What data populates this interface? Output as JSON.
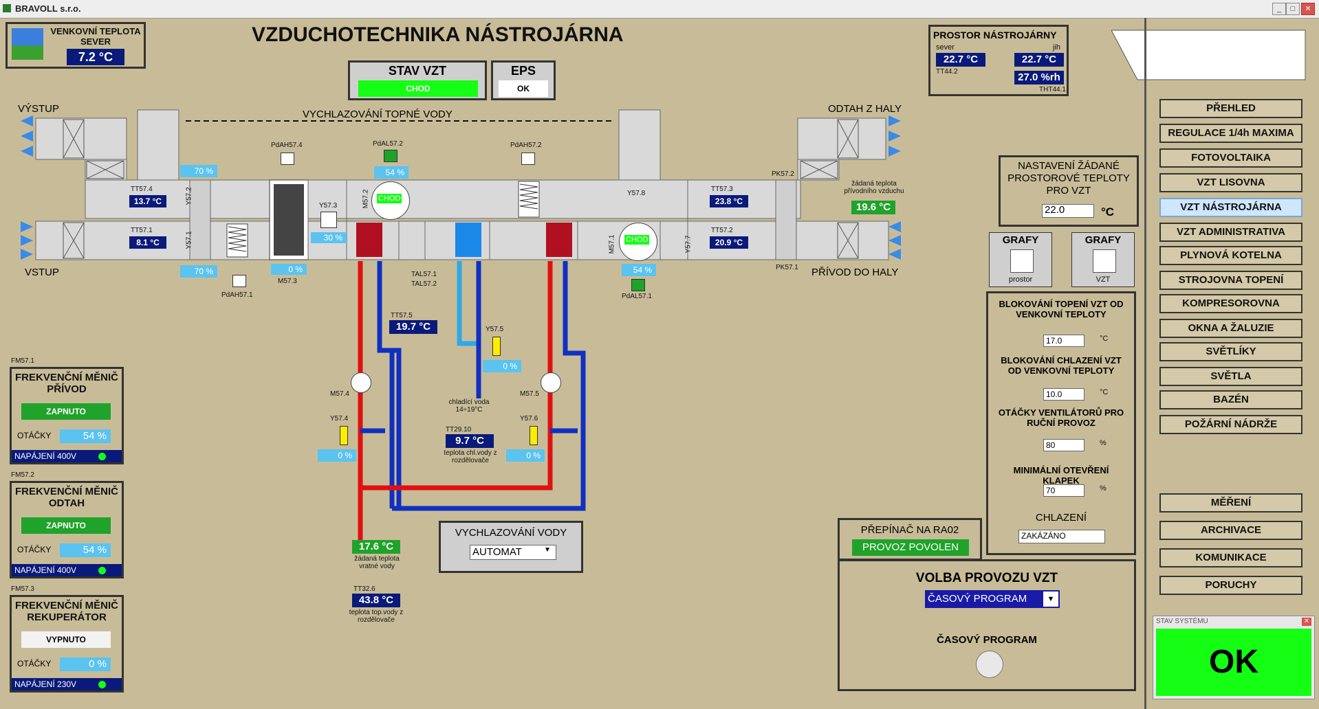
{
  "window": {
    "title": "BRAVOLL s.r.o."
  },
  "outdoor": {
    "label": "VENKOVNÍ TEPLOTA SEVER",
    "value": "7.2 °C"
  },
  "page_title": "VZDUCHOTECHNIKA NÁSTROJÁRNA",
  "stav_vzt": {
    "label": "STAV VZT",
    "value": "CHOD"
  },
  "eps": {
    "label": "EPS",
    "value": "OK"
  },
  "prostor": {
    "title": "PROSTOR NÁSTROJÁRNY",
    "sever_lbl": "sever",
    "jih_lbl": "jih",
    "sever_val": "22.7 °C",
    "jih_val": "22.7 °C",
    "rh_val": "27.0 %rh",
    "tt": "TT44.2",
    "tht": "THT44.1"
  },
  "diagram": {
    "vystup": "VÝSTUP",
    "vstup": "VSTUP",
    "odtah": "ODTAH Z HALY",
    "privod": "PŘÍVOD DO HALY",
    "vychl": "VYCHLAZOVÁNÍ TOPNÉ VODY",
    "tt574_lbl": "TT57.4",
    "tt574": "13.7 °C",
    "tt571_lbl": "TT57.1",
    "tt571": "8.1 °C",
    "y572": "Y57.2",
    "y571": "Y57.1",
    "damp_top": "70 %",
    "damp_bot": "70 %",
    "pdah574": "PdAH57.4",
    "pdah571": "PdAH57.1",
    "pdal572": "PdAL57.2",
    "pdah572": "PdAH57.2",
    "pdal571": "PdAL57.1",
    "m573": "M57.3",
    "m573_val": "0 %",
    "y573": "Y57.3",
    "y573_val": "30 %",
    "m572": "M57.2",
    "fan_top_pct": "54 %",
    "fan_top_state": "CHOD",
    "m571": "M57.1",
    "fan_bot_pct": "54 %",
    "fan_bot_state": "CHOD",
    "y578": "Y57.8",
    "y577": "Y57.7",
    "tt573_lbl": "TT57.3",
    "tt573": "23.8 °C",
    "tt572_lbl": "TT57.2",
    "tt572": "20.9 °C",
    "pk572": "PK57.2",
    "pk571": "PK57.1",
    "zadana_lbl": "žádaná teplota přívodního vzduchu",
    "zadana": "19.6 °C",
    "tal571": "TAL57.1",
    "tal572": "TAL57.2",
    "tt575_lbl": "TT57.5",
    "tt575": "19.7 °C",
    "y575": "Y57.5",
    "y575_val": "0 %",
    "chlad_lbl": "chladící voda 14÷19°C",
    "m574": "M57.4",
    "y574": "Y57.4",
    "y574_val": "0 %",
    "m575": "M57.5",
    "y576": "Y57.6",
    "y576_val": "0 %",
    "tt2910_lbl": "TT29.10",
    "tt2910": "9.7 °C",
    "tt2910_desc": "teplota chl.vody z rozdělovače",
    "vratna": "17.6 °C",
    "vratna_desc": "žádaná teplota vratné vody",
    "tt326_lbl": "TT32.6",
    "tt326": "43.8 °C",
    "tt326_desc": "teplota top.vody z rozdělovače"
  },
  "vychl_vody": {
    "title": "VYCHLAZOVÁNÍ VODY",
    "value": "AUTOMAT"
  },
  "fm": [
    {
      "tag": "FM57.1",
      "title": "FREKVENČNÍ MĚNIČ PŘÍVOD",
      "state": "ZAPNUTO",
      "otacky_lbl": "OTÁČKY",
      "otacky": "54 %",
      "napajeni": "NAPÁJENÍ 400V"
    },
    {
      "tag": "FM57.2",
      "title": "FREKVENČNÍ MĚNIČ ODTAH",
      "state": "ZAPNUTO",
      "otacky_lbl": "OTÁČKY",
      "otacky": "54 %",
      "napajeni": "NAPÁJENÍ 400V"
    },
    {
      "tag": "FM57.3",
      "title": "FREKVENČNÍ MĚNIČ REKUPERÁTOR",
      "state": "VYPNUTO",
      "otacky_lbl": "OTÁČKY",
      "otacky": "0 %",
      "napajeni": "NAPÁJENÍ 230V"
    }
  ],
  "nastaveni": {
    "title": "NASTAVENÍ ŽÁDANÉ PROSTOROVÉ TEPLOTY PRO VZT",
    "value": "22.0",
    "unit": "°C"
  },
  "grafy": [
    {
      "label": "GRAFY",
      "sub": "prostor"
    },
    {
      "label": "GRAFY",
      "sub": "VZT"
    }
  ],
  "settings": {
    "b_top": "BLOKOVÁNÍ TOPENÍ VZT OD VENKOVNÍ TEPLOTY",
    "b_top_val": "17.0",
    "b_top_unit": "°C",
    "b_chl": "BLOKOVÁNÍ CHLAZENÍ VZT OD VENKOVNÍ TEPLOTY",
    "b_chl_val": "10.0",
    "b_chl_unit": "°C",
    "ot": "OTÁČKY VENTILÁTORŮ PRO RUČNÍ PROVOZ",
    "ot_val": "80",
    "ot_unit": "%",
    "min": "MINIMÁLNÍ OTEVŘENÍ KLAPEK",
    "min_val": "70",
    "min_unit": "%",
    "chl": "CHLAZENÍ",
    "chl_val": "ZAKÁZÁNO"
  },
  "prepinac": {
    "title": "PŘEPÍNAČ NA RA02",
    "value": "PROVOZ POVOLEN"
  },
  "volba": {
    "title": "VOLBA PROVOZU VZT",
    "value": "ČASOVÝ PROGRAM",
    "cas": "ČASOVÝ PROGRAM"
  },
  "nav": [
    "PŘEHLED",
    "REGULACE 1/4h MAXIMA",
    "FOTOVOLTAIKA",
    "VZT LISOVNA",
    "VZT NÁSTROJÁRNA",
    "VZT ADMINISTRATIVA",
    "PLYNOVÁ KOTELNA",
    "STROJOVNA TOPENÍ",
    "KOMPRESOROVNA",
    "OKNA A ŽALUZIE",
    "SVĚTLÍKY",
    "SVĚTLA",
    "BAZÉN",
    "POŽÁRNÍ NÁDRŽE"
  ],
  "nav2": [
    "MĚŘENÍ",
    "ARCHIVACE",
    "KOMUNIKACE",
    "PORUCHY"
  ],
  "system": {
    "title": "STAV SYSTÉMU",
    "value": "OK"
  }
}
